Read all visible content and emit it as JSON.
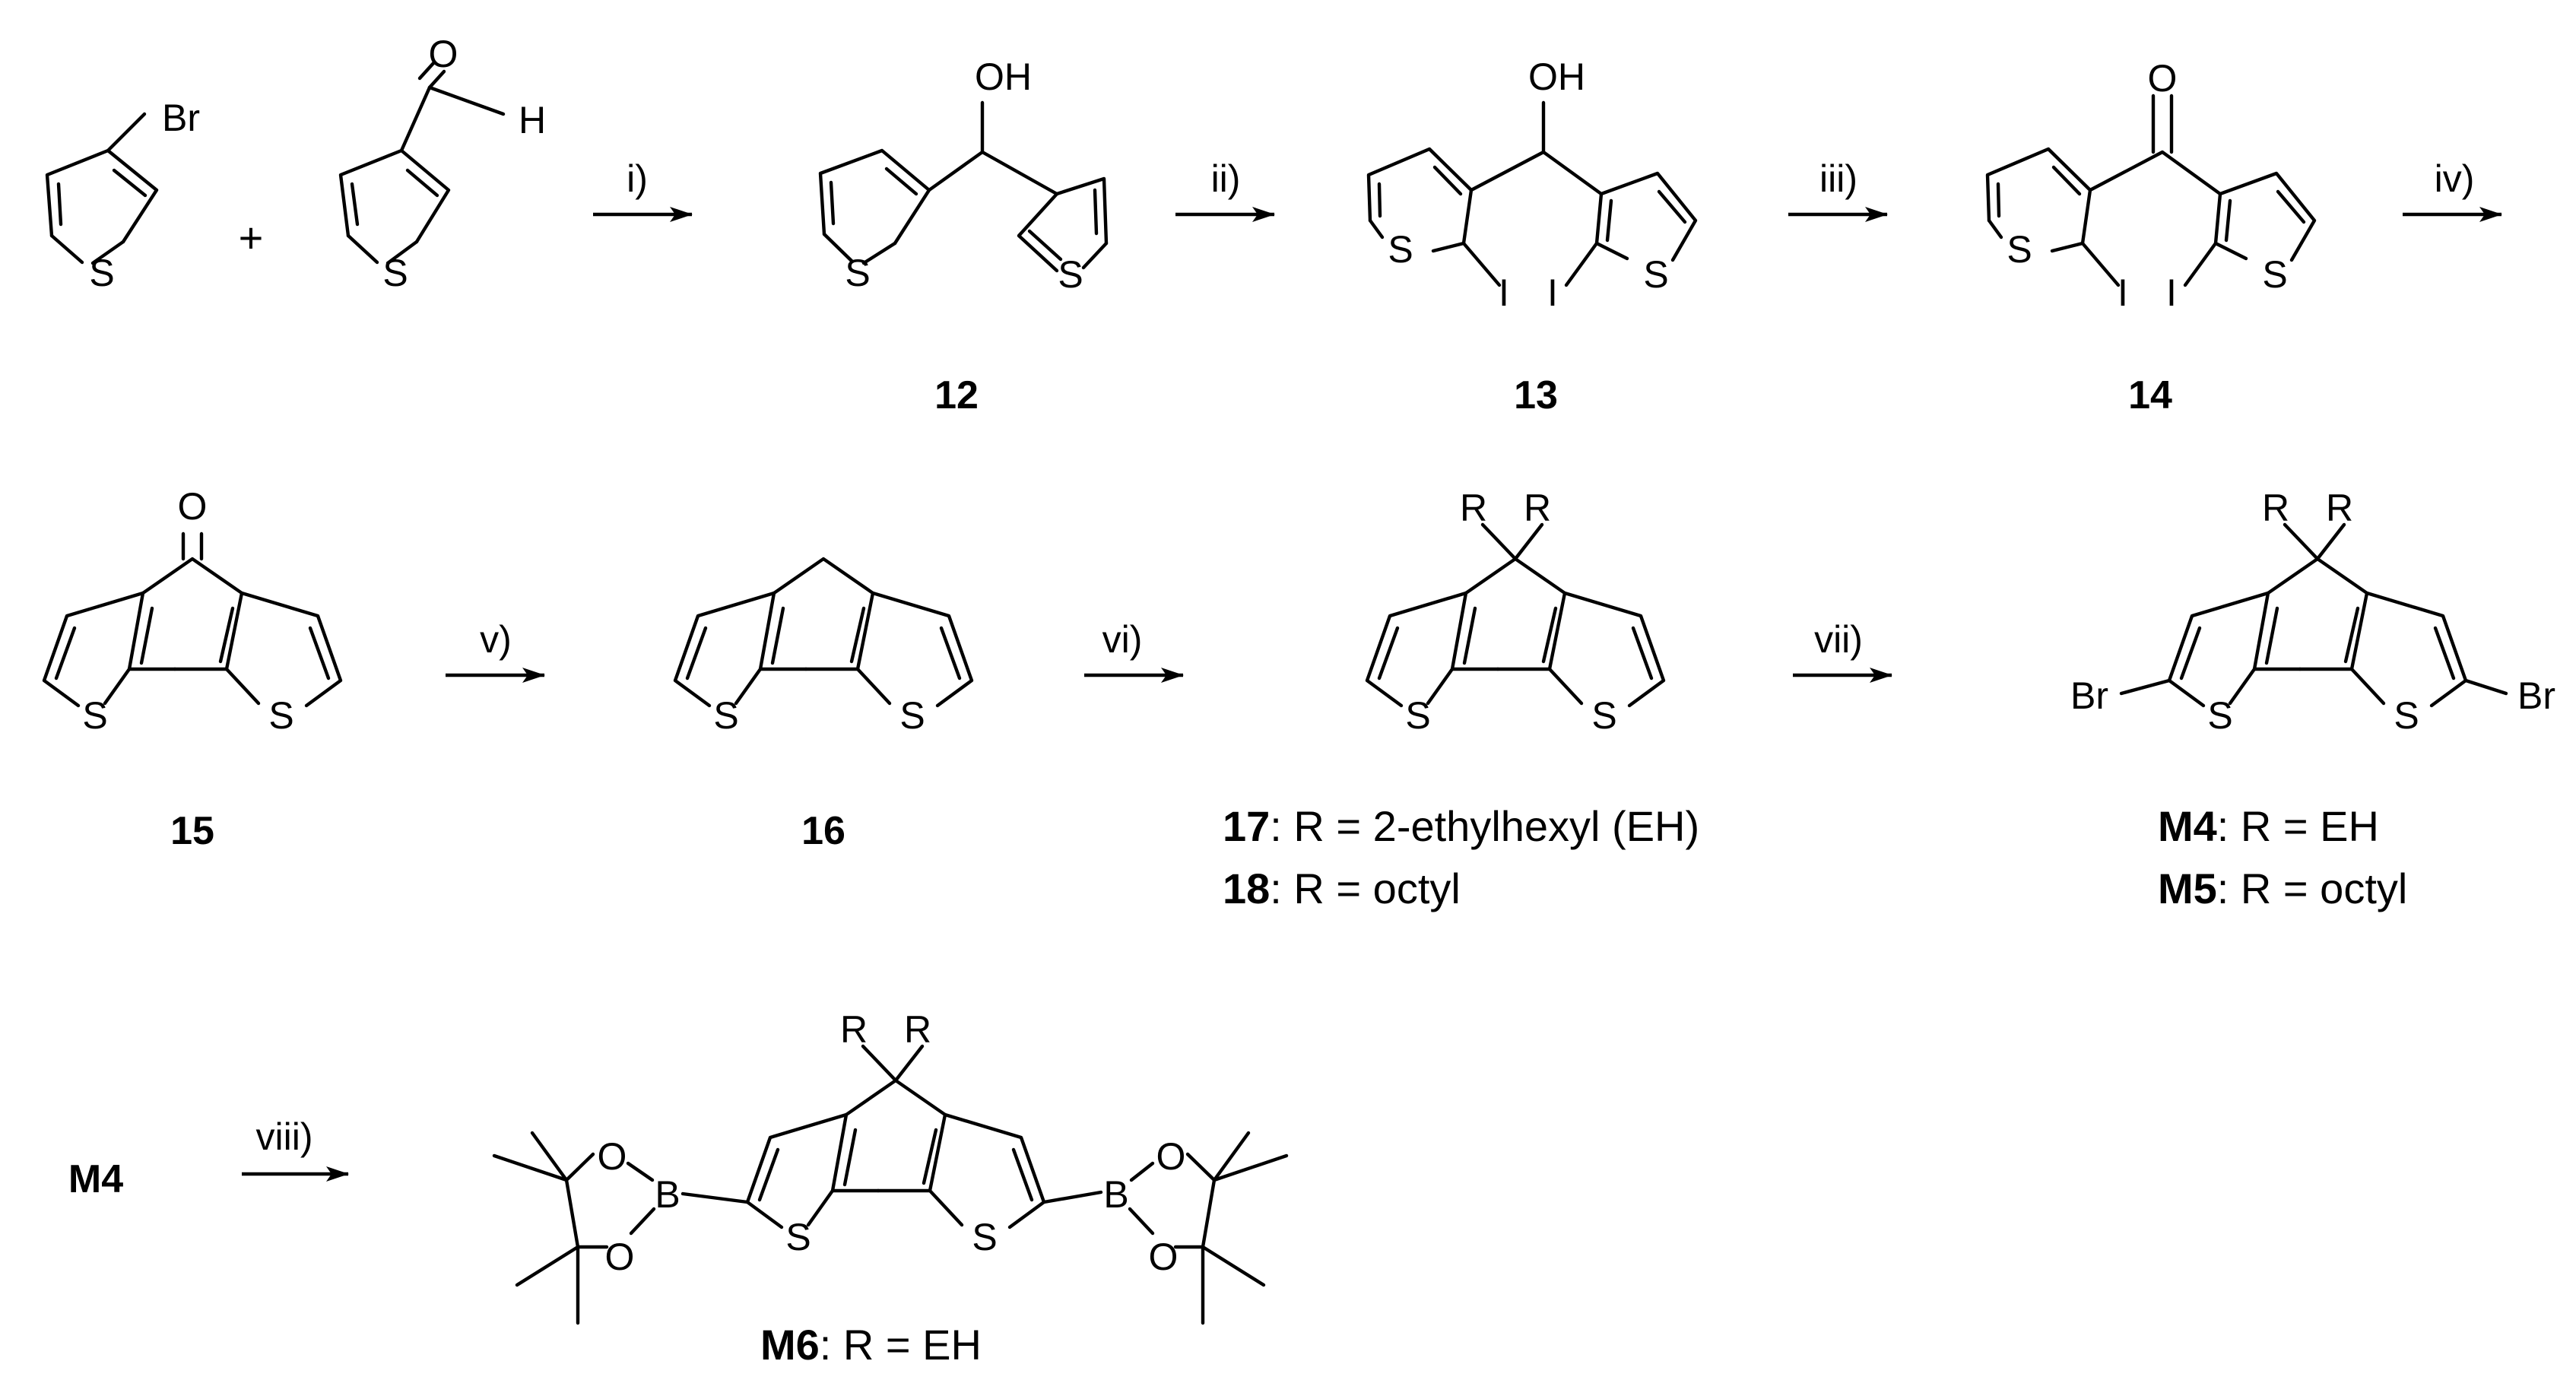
{
  "atoms": {
    "Br": "Br",
    "S": "S",
    "O": "O",
    "H": "H",
    "OH": "OH",
    "I": "I",
    "R": "R",
    "B": "B"
  },
  "plus": "+",
  "conditions": [
    "i)",
    "ii)",
    "iii)",
    "iv)",
    "v)",
    "vi)",
    "vii)",
    "viii)"
  ],
  "compounds": {
    "c12": "12",
    "c13": "13",
    "c14": "14",
    "c15": "15",
    "c16": "16",
    "m4_start": "M4"
  },
  "legends": {
    "c17": {
      "id": "17",
      "text": ": R = 2-ethylhexyl (EH)"
    },
    "c18": {
      "id": "18",
      "text": ": R = octyl"
    },
    "m4": {
      "id": "M4",
      "text": ": R = EH"
    },
    "m5": {
      "id": "M5",
      "text": ": R = octyl"
    },
    "m6": {
      "id": "M6",
      "text": ": R = EH"
    }
  }
}
